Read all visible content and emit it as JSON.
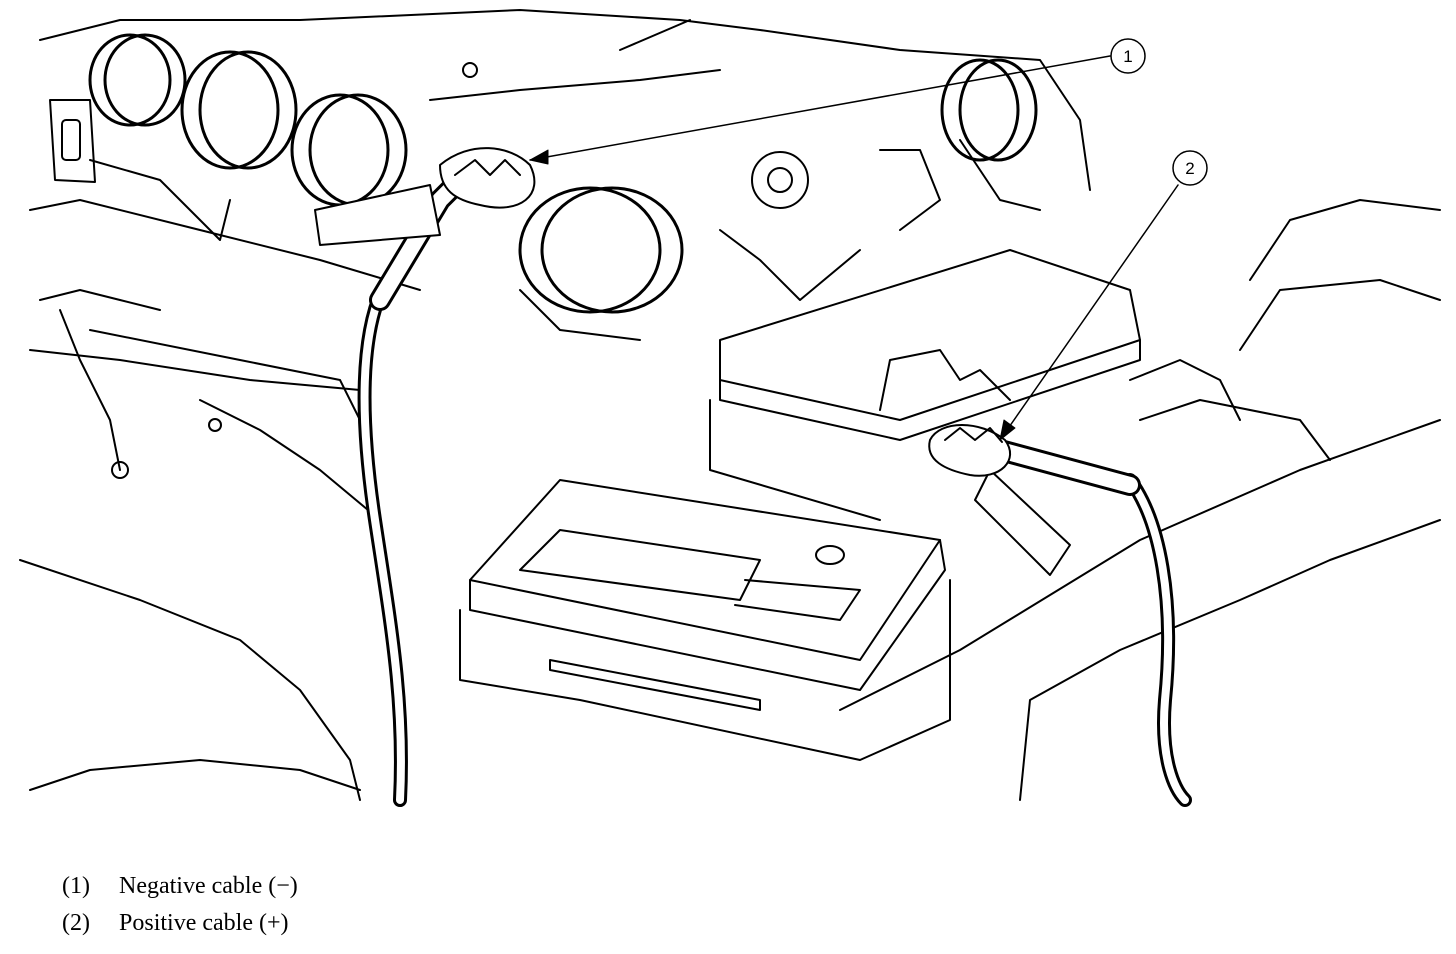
{
  "diagram": {
    "callouts": [
      {
        "number": "1",
        "target": "negative-cable-clamp"
      },
      {
        "number": "2",
        "target": "positive-cable-clamp"
      }
    ]
  },
  "legend": [
    {
      "num": "(1)",
      "label": "Negative cable (−)"
    },
    {
      "num": "(2)",
      "label": "Positive cable (+)"
    }
  ]
}
